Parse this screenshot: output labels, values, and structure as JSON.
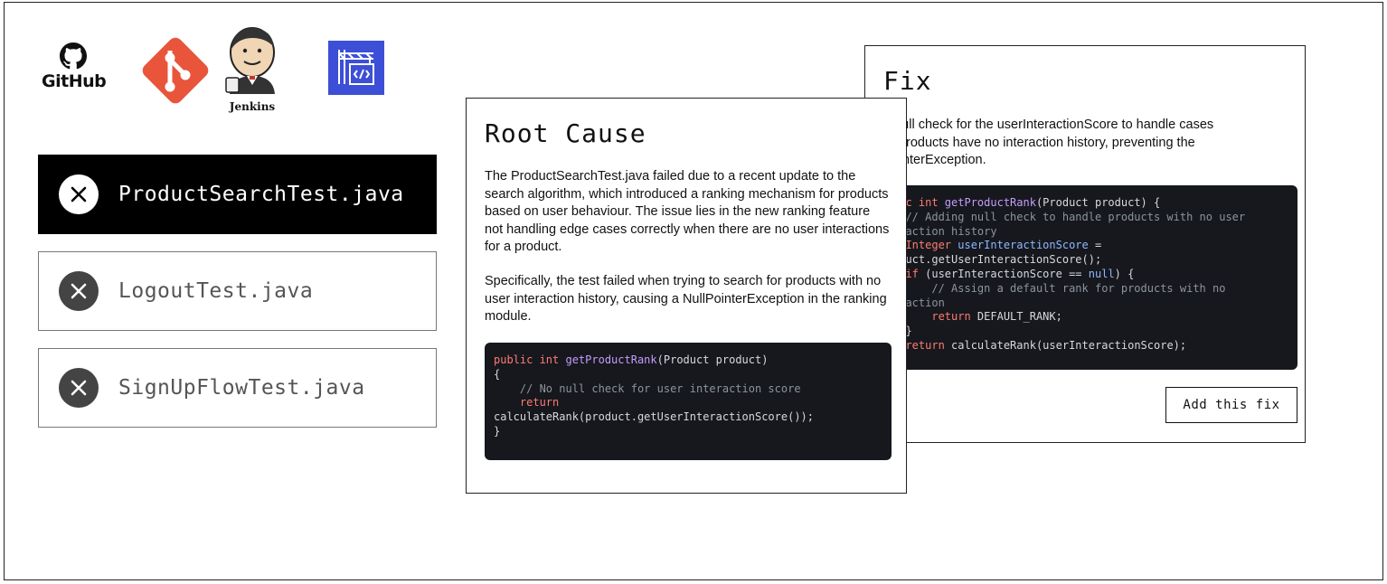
{
  "logos": {
    "github": {
      "text": "GitHub",
      "icon": "github-icon"
    },
    "git": {
      "icon": "git-icon",
      "color": "#e8553b"
    },
    "jenkins": {
      "text": "Jenkins",
      "icon": "jenkins-icon"
    },
    "cloudbuild": {
      "icon": "cloud-build-icon",
      "color": "#3d4fd6"
    }
  },
  "tests": [
    {
      "name": "ProductSearchTest.java",
      "status": "failed",
      "selected": true
    },
    {
      "name": "LogoutTest.java",
      "status": "failed",
      "selected": false
    },
    {
      "name": "SignUpFlowTest.java",
      "status": "failed",
      "selected": false
    }
  ],
  "root_cause": {
    "title": "Root Cause",
    "paragraph1": "The ProductSearchTest.java failed due to a recent update to the search algorithm, which introduced a ranking mechanism for products based on user behaviour. The issue lies in the new ranking feature not handling edge cases correctly when there are no user interactions for a product.",
    "paragraph2": "Specifically, the test failed when trying to search for products with no user interaction history, causing a NullPointerException in the ranking module.",
    "code": {
      "l1_kw": "public int ",
      "l1_fn": "getProductRank",
      "l1_rest": "(Product product)",
      "l2": "{",
      "l3": "    // No null check for user interaction score",
      "l4_kw": "    return",
      "l5": "calculateRank(product.getUserInteractionScore());",
      "l6": "}"
    }
  },
  "fix": {
    "title": "Fix",
    "text": "a null check for the userInteractionScore to handle cases re products have no interaction history, preventing the PointerException.",
    "text_lines": [
      "a null check for the userInteractionScore to handle cases",
      "re products have no interaction history, preventing the",
      "PointerException."
    ],
    "code": {
      "l1_kw": "lic int ",
      "l1_fn": "getProductRank",
      "l1_rest": "(Product product) {",
      "l2": "  // Adding null check to handle products with no user",
      "l3": "eraction history",
      "l4_ty": "  Integer ",
      "l4_vr": "userInteractionScore",
      "l4_rest": " =",
      "l5": "oduct.getUserInteractionScore();",
      "l6_kw": "  if ",
      "l6_rest": "(userInteractionScore == ",
      "l6_null": "null",
      "l6_end": ") {",
      "l7": "      // Assign a default rank for products with no",
      "l8": "eraction",
      "l9_kw": "      return ",
      "l9_rest": "DEFAULT_RANK;",
      "l10": "  }",
      "l11_kw": "  return ",
      "l11_rest": "calculateRank(userInteractionScore);"
    },
    "button_label": "Add this fix"
  }
}
